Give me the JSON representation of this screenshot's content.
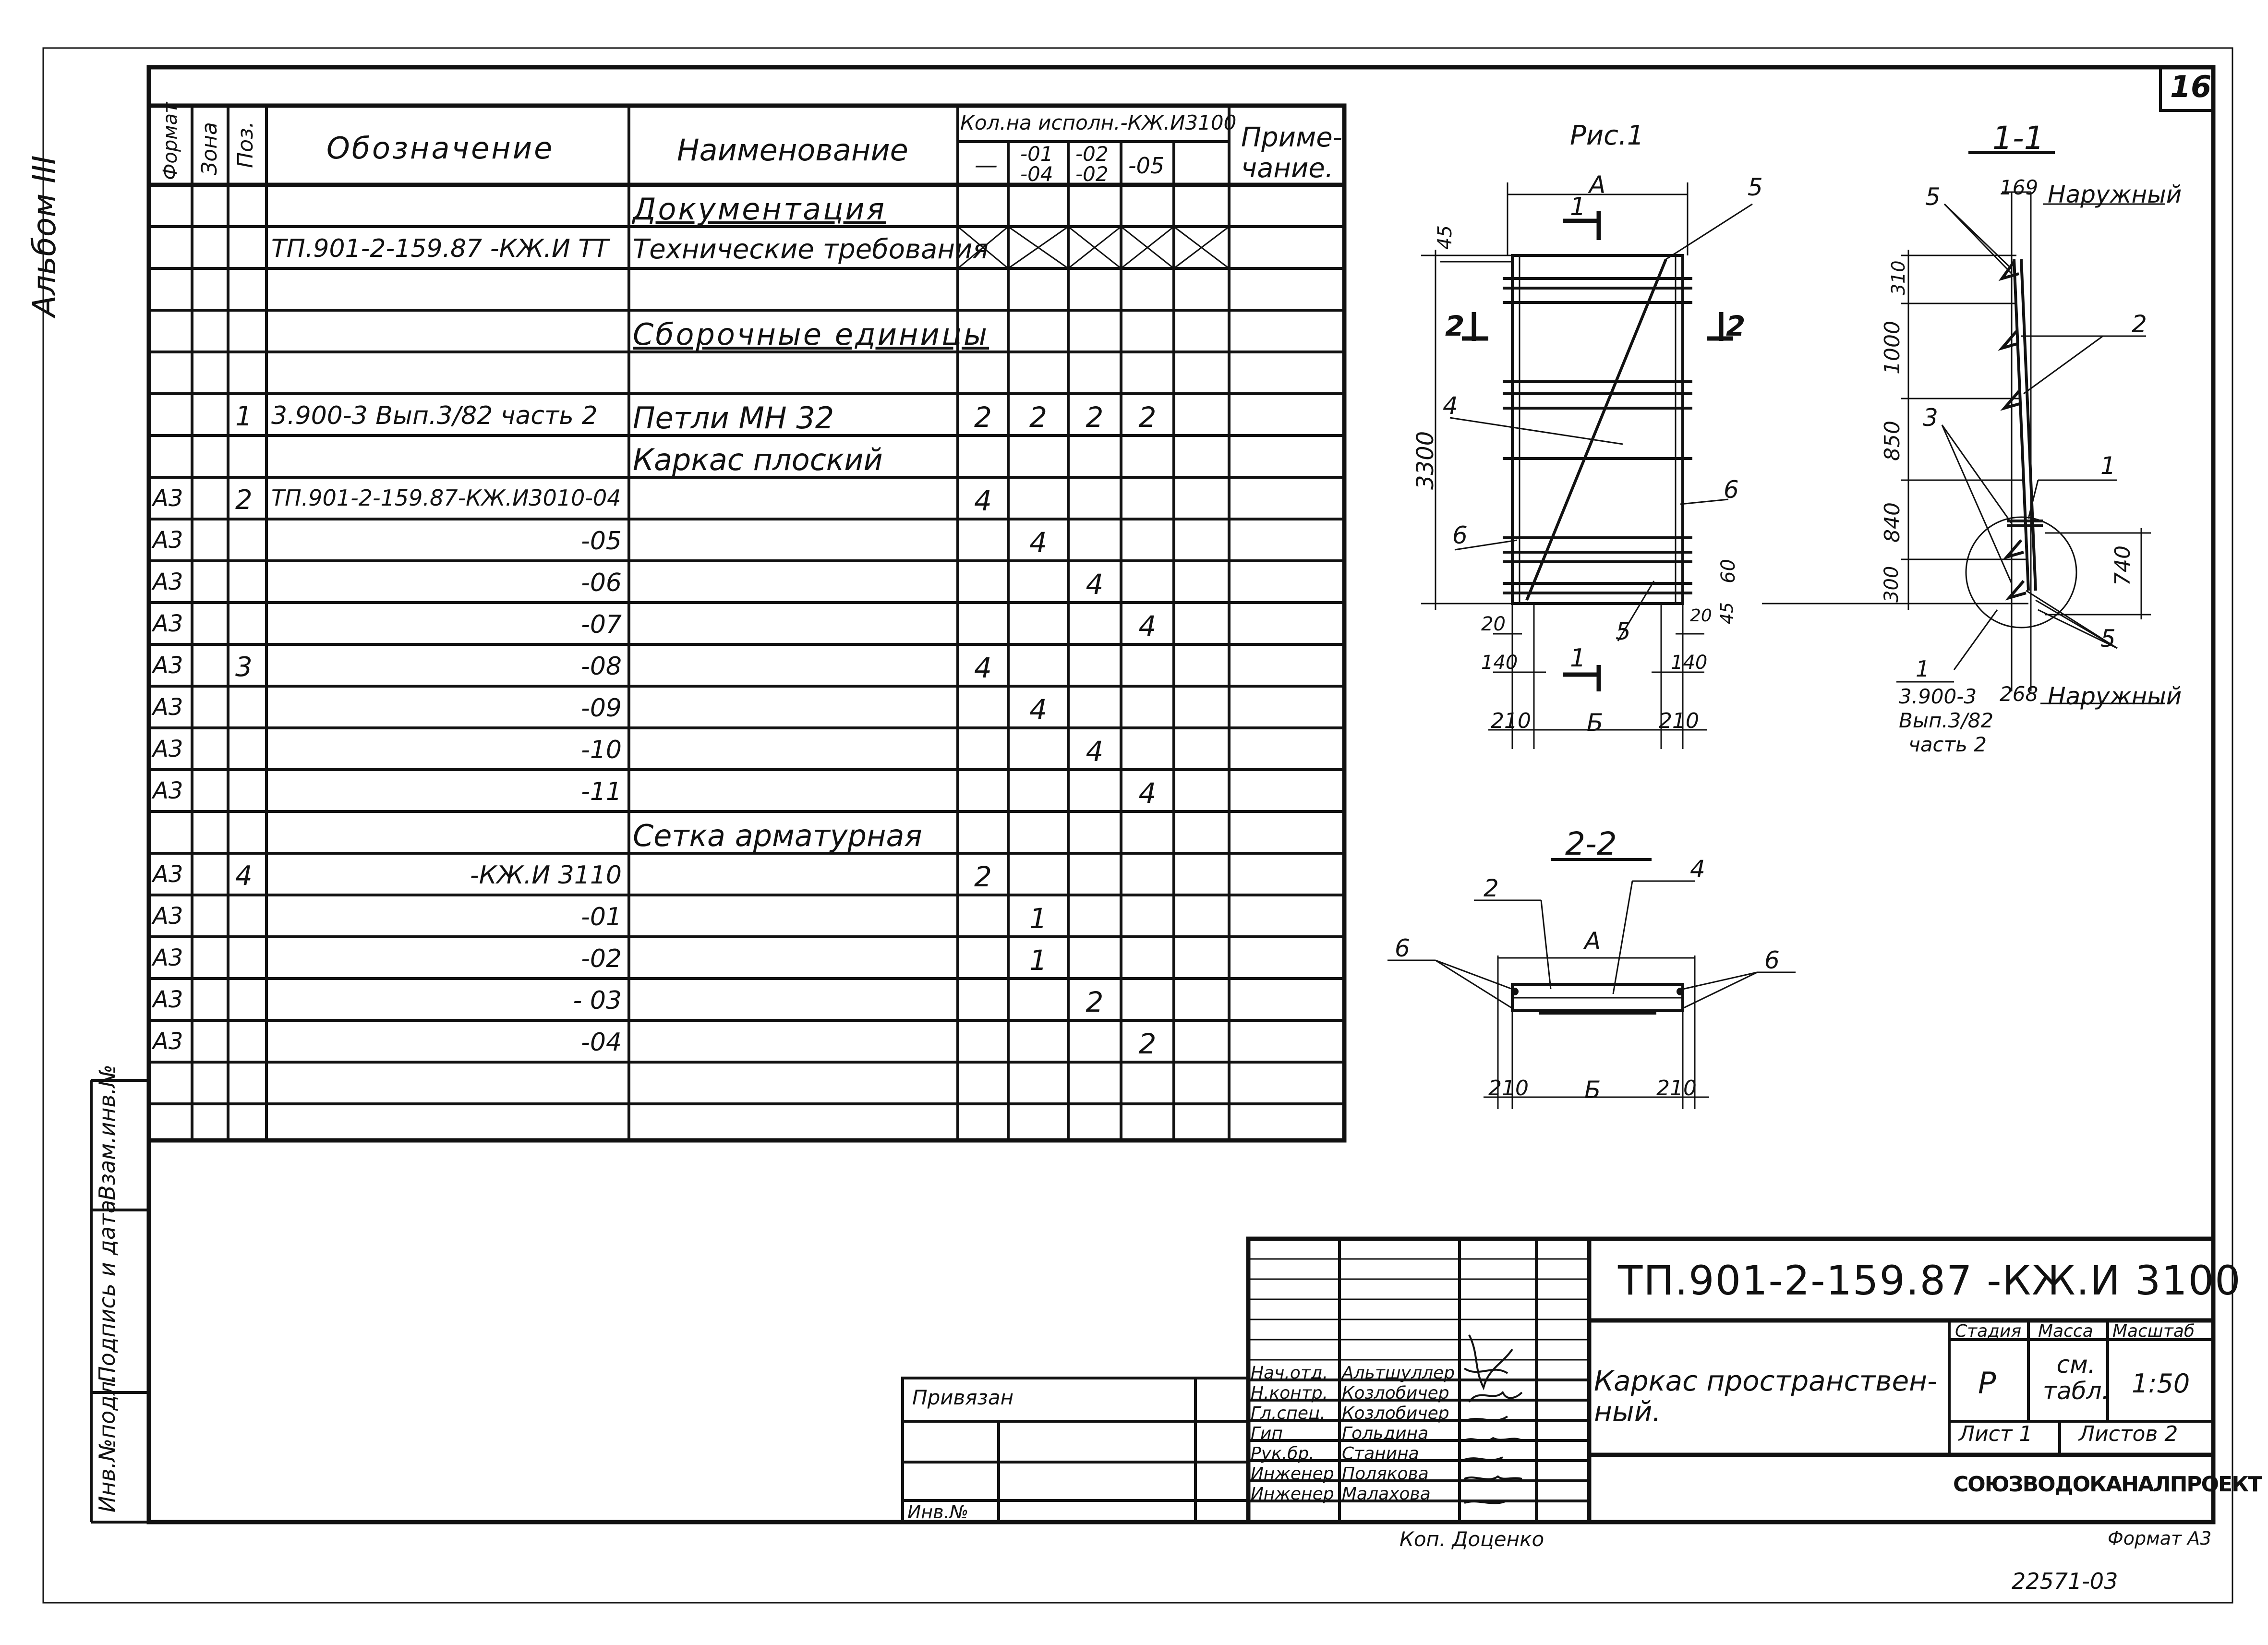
{
  "sheet_number": "16",
  "album_label": "Альбом III",
  "side_labels": {
    "vzam": "Взам.инв.№",
    "podpis": "Подпись и дата",
    "inv": "Инв.№подл."
  },
  "spec": {
    "headers": {
      "format": "Формат",
      "zone": "Зона",
      "pos": "Поз.",
      "designation": "Обозначение",
      "name": "Наименование",
      "qty_group": "Кол.на исполн.-КЖ.И3100",
      "qty_cols": [
        "—",
        "-01\n-04",
        "-02\n-02",
        "-05",
        ""
      ],
      "note": "Приме-\nчание."
    },
    "rows": [
      {
        "format": "",
        "zone": "",
        "pos": "",
        "designation": "",
        "name": "Документация",
        "q": [
          "",
          "",
          "",
          "",
          ""
        ],
        "style": "section"
      },
      {
        "format": "",
        "zone": "",
        "pos": "",
        "designation": "ТП.901-2-159.87 -КЖ.И ТТ",
        "name": "Технические требования",
        "q": [
          "X",
          "X",
          "X",
          "X",
          "X"
        ],
        "style": "crossed"
      },
      {
        "format": "",
        "zone": "",
        "pos": "",
        "designation": "",
        "name": "",
        "q": [
          "",
          "",
          "",
          "",
          ""
        ]
      },
      {
        "format": "",
        "zone": "",
        "pos": "",
        "designation": "",
        "name": "Сборочные единицы",
        "q": [
          "",
          "",
          "",
          "",
          ""
        ],
        "style": "section"
      },
      {
        "format": "",
        "zone": "",
        "pos": "",
        "designation": "",
        "name": "",
        "q": [
          "",
          "",
          "",
          "",
          ""
        ]
      },
      {
        "format": "",
        "zone": "",
        "pos": "1",
        "designation": "3.900-3 Вып.3/82 часть 2",
        "name": "Петли   МН 32",
        "q": [
          "2",
          "2",
          "2",
          "2",
          ""
        ]
      },
      {
        "format": "",
        "zone": "",
        "pos": "",
        "designation": "",
        "name": "Каркас   плоский",
        "q": [
          "",
          "",
          "",
          "",
          ""
        ]
      },
      {
        "format": "А3",
        "zone": "",
        "pos": "2",
        "designation": "ТП.901-2-159.87-КЖ.И3010-04",
        "name": "",
        "q": [
          "4",
          "",
          "",
          "",
          ""
        ]
      },
      {
        "format": "А3",
        "zone": "",
        "pos": "",
        "designation": "-05",
        "name": "",
        "q": [
          "",
          "4",
          "",
          "",
          ""
        ],
        "ralign": true
      },
      {
        "format": "А3",
        "zone": "",
        "pos": "",
        "designation": "-06",
        "name": "",
        "q": [
          "",
          "",
          "4",
          "",
          ""
        ],
        "ralign": true
      },
      {
        "format": "А3",
        "zone": "",
        "pos": "",
        "designation": "-07",
        "name": "",
        "q": [
          "",
          "",
          "",
          "4",
          ""
        ],
        "ralign": true
      },
      {
        "format": "А3",
        "zone": "",
        "pos": "3",
        "designation": "-08",
        "name": "",
        "q": [
          "4",
          "",
          "",
          "",
          ""
        ],
        "ralign": true
      },
      {
        "format": "А3",
        "zone": "",
        "pos": "",
        "designation": "-09",
        "name": "",
        "q": [
          "",
          "4",
          "",
          "",
          ""
        ],
        "ralign": true
      },
      {
        "format": "А3",
        "zone": "",
        "pos": "",
        "designation": "-10",
        "name": "",
        "q": [
          "",
          "",
          "4",
          "",
          ""
        ],
        "ralign": true
      },
      {
        "format": "А3",
        "zone": "",
        "pos": "",
        "designation": "-11",
        "name": "",
        "q": [
          "",
          "",
          "",
          "4",
          ""
        ],
        "ralign": true
      },
      {
        "format": "",
        "zone": "",
        "pos": "",
        "designation": "",
        "name": "Сетка арматурная",
        "q": [
          "",
          "",
          "",
          "",
          ""
        ]
      },
      {
        "format": "А3",
        "zone": "",
        "pos": "4",
        "designation": "-КЖ.И 3110",
        "name": "",
        "q": [
          "2",
          "",
          "",
          "",
          ""
        ],
        "ralign": true
      },
      {
        "format": "А3",
        "zone": "",
        "pos": "",
        "designation": "-01",
        "name": "",
        "q": [
          "",
          "1",
          "",
          "",
          ""
        ],
        "ralign": true
      },
      {
        "format": "А3",
        "zone": "",
        "pos": "",
        "designation": "-02",
        "name": "",
        "q": [
          "",
          "1",
          "",
          "",
          ""
        ],
        "ralign": true
      },
      {
        "format": "А3",
        "zone": "",
        "pos": "",
        "designation": "- 03",
        "name": "",
        "q": [
          "",
          "",
          "2",
          "",
          ""
        ],
        "ralign": true
      },
      {
        "format": "А3",
        "zone": "",
        "pos": "",
        "designation": "-04",
        "name": "",
        "q": [
          "",
          "",
          "",
          "2",
          ""
        ],
        "ralign": true
      },
      {
        "format": "",
        "zone": "",
        "pos": "",
        "designation": "",
        "name": "",
        "q": [
          "",
          "",
          "",
          "",
          ""
        ]
      },
      {
        "format": "",
        "zone": "",
        "pos": "",
        "designation": "",
        "name": "",
        "q": [
          "",
          "",
          "",
          "",
          ""
        ]
      }
    ]
  },
  "fig1": {
    "title": "Рис.1",
    "dims": {
      "A": "А",
      "B": "Б",
      "h45": "45",
      "h3300": "3300",
      "h60": "60",
      "h20a": "20",
      "h20b": "20",
      "h45b": "45",
      "h140a": "140",
      "h140b": "140",
      "h210a": "210",
      "h210b": "210"
    },
    "section_marks": {
      "s1": "1",
      "s2": "2"
    },
    "callouts": {
      "c5": "5",
      "c4": "4",
      "c6a": "6",
      "c6b": "6",
      "c5b": "5"
    }
  },
  "sec11": {
    "title": "1-1",
    "top_dim": "169",
    "top_label": "Наружный",
    "bottom_dim": "268",
    "bottom_label": "Наружный",
    "dims": [
      "310",
      "1000",
      "850",
      "840",
      "300"
    ],
    "side_dim": "740",
    "callouts": {
      "c5a": "5",
      "c2": "2",
      "c3": "3",
      "c1": "1",
      "c5b": "5"
    },
    "ref": {
      "num": "1",
      "line1": "3.900-3",
      "line2": "Вып.3/82",
      "line3": "часть 2"
    }
  },
  "sec22": {
    "title": "2-2",
    "A": "А",
    "B": "Б",
    "d210a": "210",
    "d210b": "210",
    "callouts": {
      "c2": "2",
      "c4": "4",
      "c6a": "6",
      "c6b": "6"
    }
  },
  "stamp": {
    "doc_code": "ТП.901-2-159.87 -КЖ.И 3100",
    "title": "Каркас пространствен-\nный.",
    "stage_h": "Стадия",
    "mass_h": "Масса",
    "scale_h": "Масштаб",
    "stage": "Р",
    "mass": "см.\nтабл.",
    "scale": "1:50",
    "sheet": "Лист 1",
    "sheets": "Листов 2",
    "org": "СОЮЗВОДОКАНАЛПРОЕКТ",
    "privyazan": "Привязан",
    "inv_no": "Инв.№",
    "people": [
      {
        "role": "Нач.отд.",
        "name": "Альтшуллер"
      },
      {
        "role": "Н.контр.",
        "name": "Козлобичер"
      },
      {
        "role": "Гл.спец.",
        "name": "Козлобичер"
      },
      {
        "role": "Гип",
        "name": "Гольдина"
      },
      {
        "role": "Рук.бр.",
        "name": "Станина"
      },
      {
        "role": "Инженер",
        "name": "Полякова"
      },
      {
        "role": "Инженер",
        "name": "Малахова"
      }
    ],
    "copied": "Коп. Доценко",
    "format": "Формат А3",
    "archive_no": "22571-03"
  }
}
